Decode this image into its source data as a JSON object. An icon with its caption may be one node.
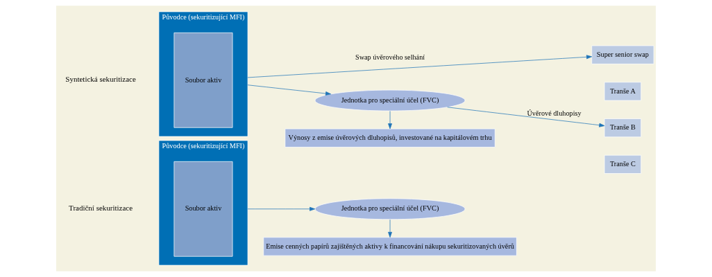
{
  "diagram": {
    "nodes": [
      {
        "text": [
          "Původce (sekuritizující MFI)"
        ]
      },
      {
        "text": [
          "Soubor aktiv"
        ],
        "in": 0
      },
      {
        "text": [
          "Jednotka pro speciální účel (FVC)"
        ]
      },
      {
        "text": [
          "Emise cenných papírů zajištěných aktivy k financování nákupu sekuritizovaných úvěrů"
        ]
      },
      {
        "text": [
          "Původce (sekuritizující MFI)"
        ]
      },
      {
        "text": [
          "Soubor aktiv"
        ],
        "in": 4
      },
      {
        "text": [
          "Super senior swap"
        ]
      },
      {
        "text": [
          "Jednotka pro speciální účel (FVC)"
        ]
      },
      {
        "text": [
          "Tranše A"
        ]
      },
      {
        "text": [
          "Tranše B"
        ]
      },
      {
        "text": [
          "Tranše C"
        ]
      },
      {
        "text": [
          "Výnosy z emise úvěrových dluhopisů, investované na kapitálovém trhu"
        ]
      }
    ],
    "edges": [
      {
        "from": 0,
        "to": 2,
        "arrow": "to"
      },
      {
        "from": 2,
        "to": 3,
        "arrow": "to"
      },
      {
        "from": 4,
        "to": 6,
        "arrow": "to",
        "label": "Swap úvěrového selhání"
      },
      {
        "from": 4,
        "to": 7,
        "arrow": "to"
      },
      {
        "from": 7,
        "to": 9,
        "arrow": "to",
        "label": "Úvěrové dluhopisy"
      },
      {
        "from": 7,
        "to": 11,
        "arrow": "to"
      }
    ],
    "labels": [
      "Tradiční sekuritizace",
      "Syntetická sekuritizace"
    ]
  }
}
